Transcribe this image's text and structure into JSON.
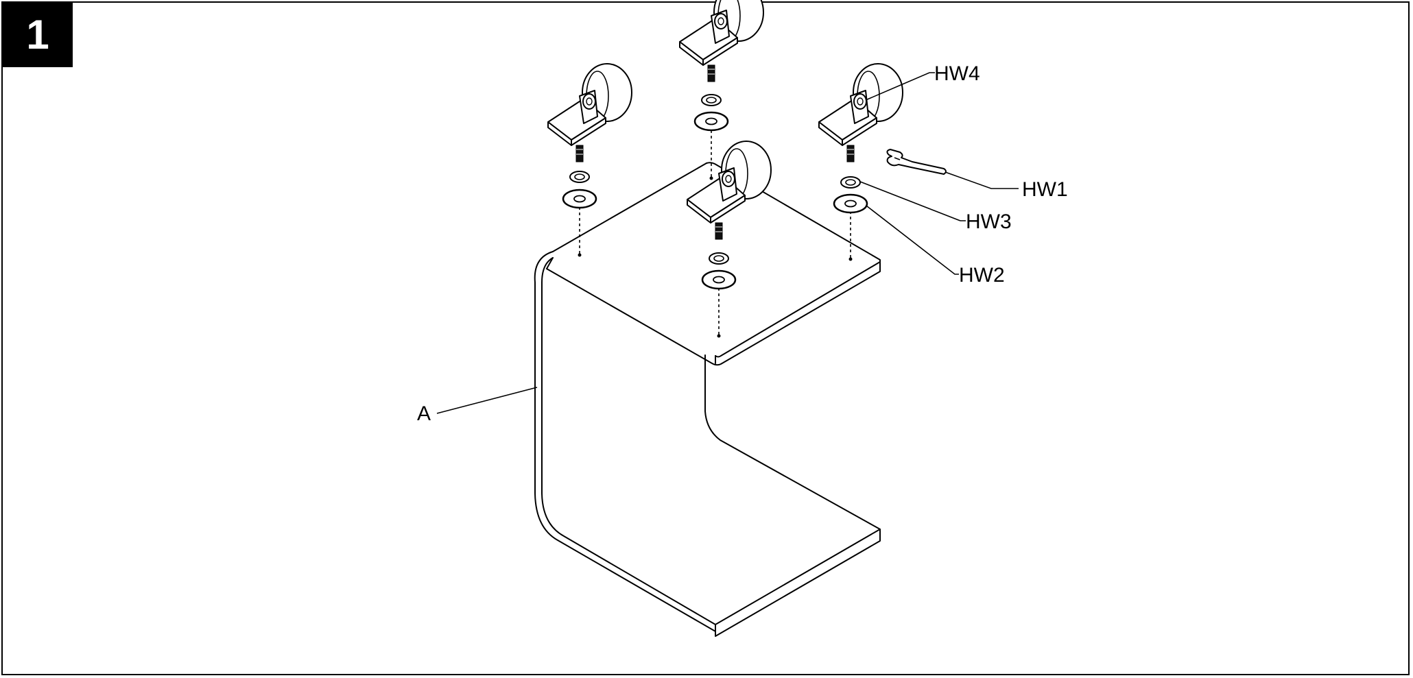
{
  "step": {
    "number": "1"
  },
  "labels": {
    "hw4": "HW4",
    "hw1": "HW1",
    "hw3": "HW3",
    "hw2": "HW2",
    "a": "A"
  }
}
